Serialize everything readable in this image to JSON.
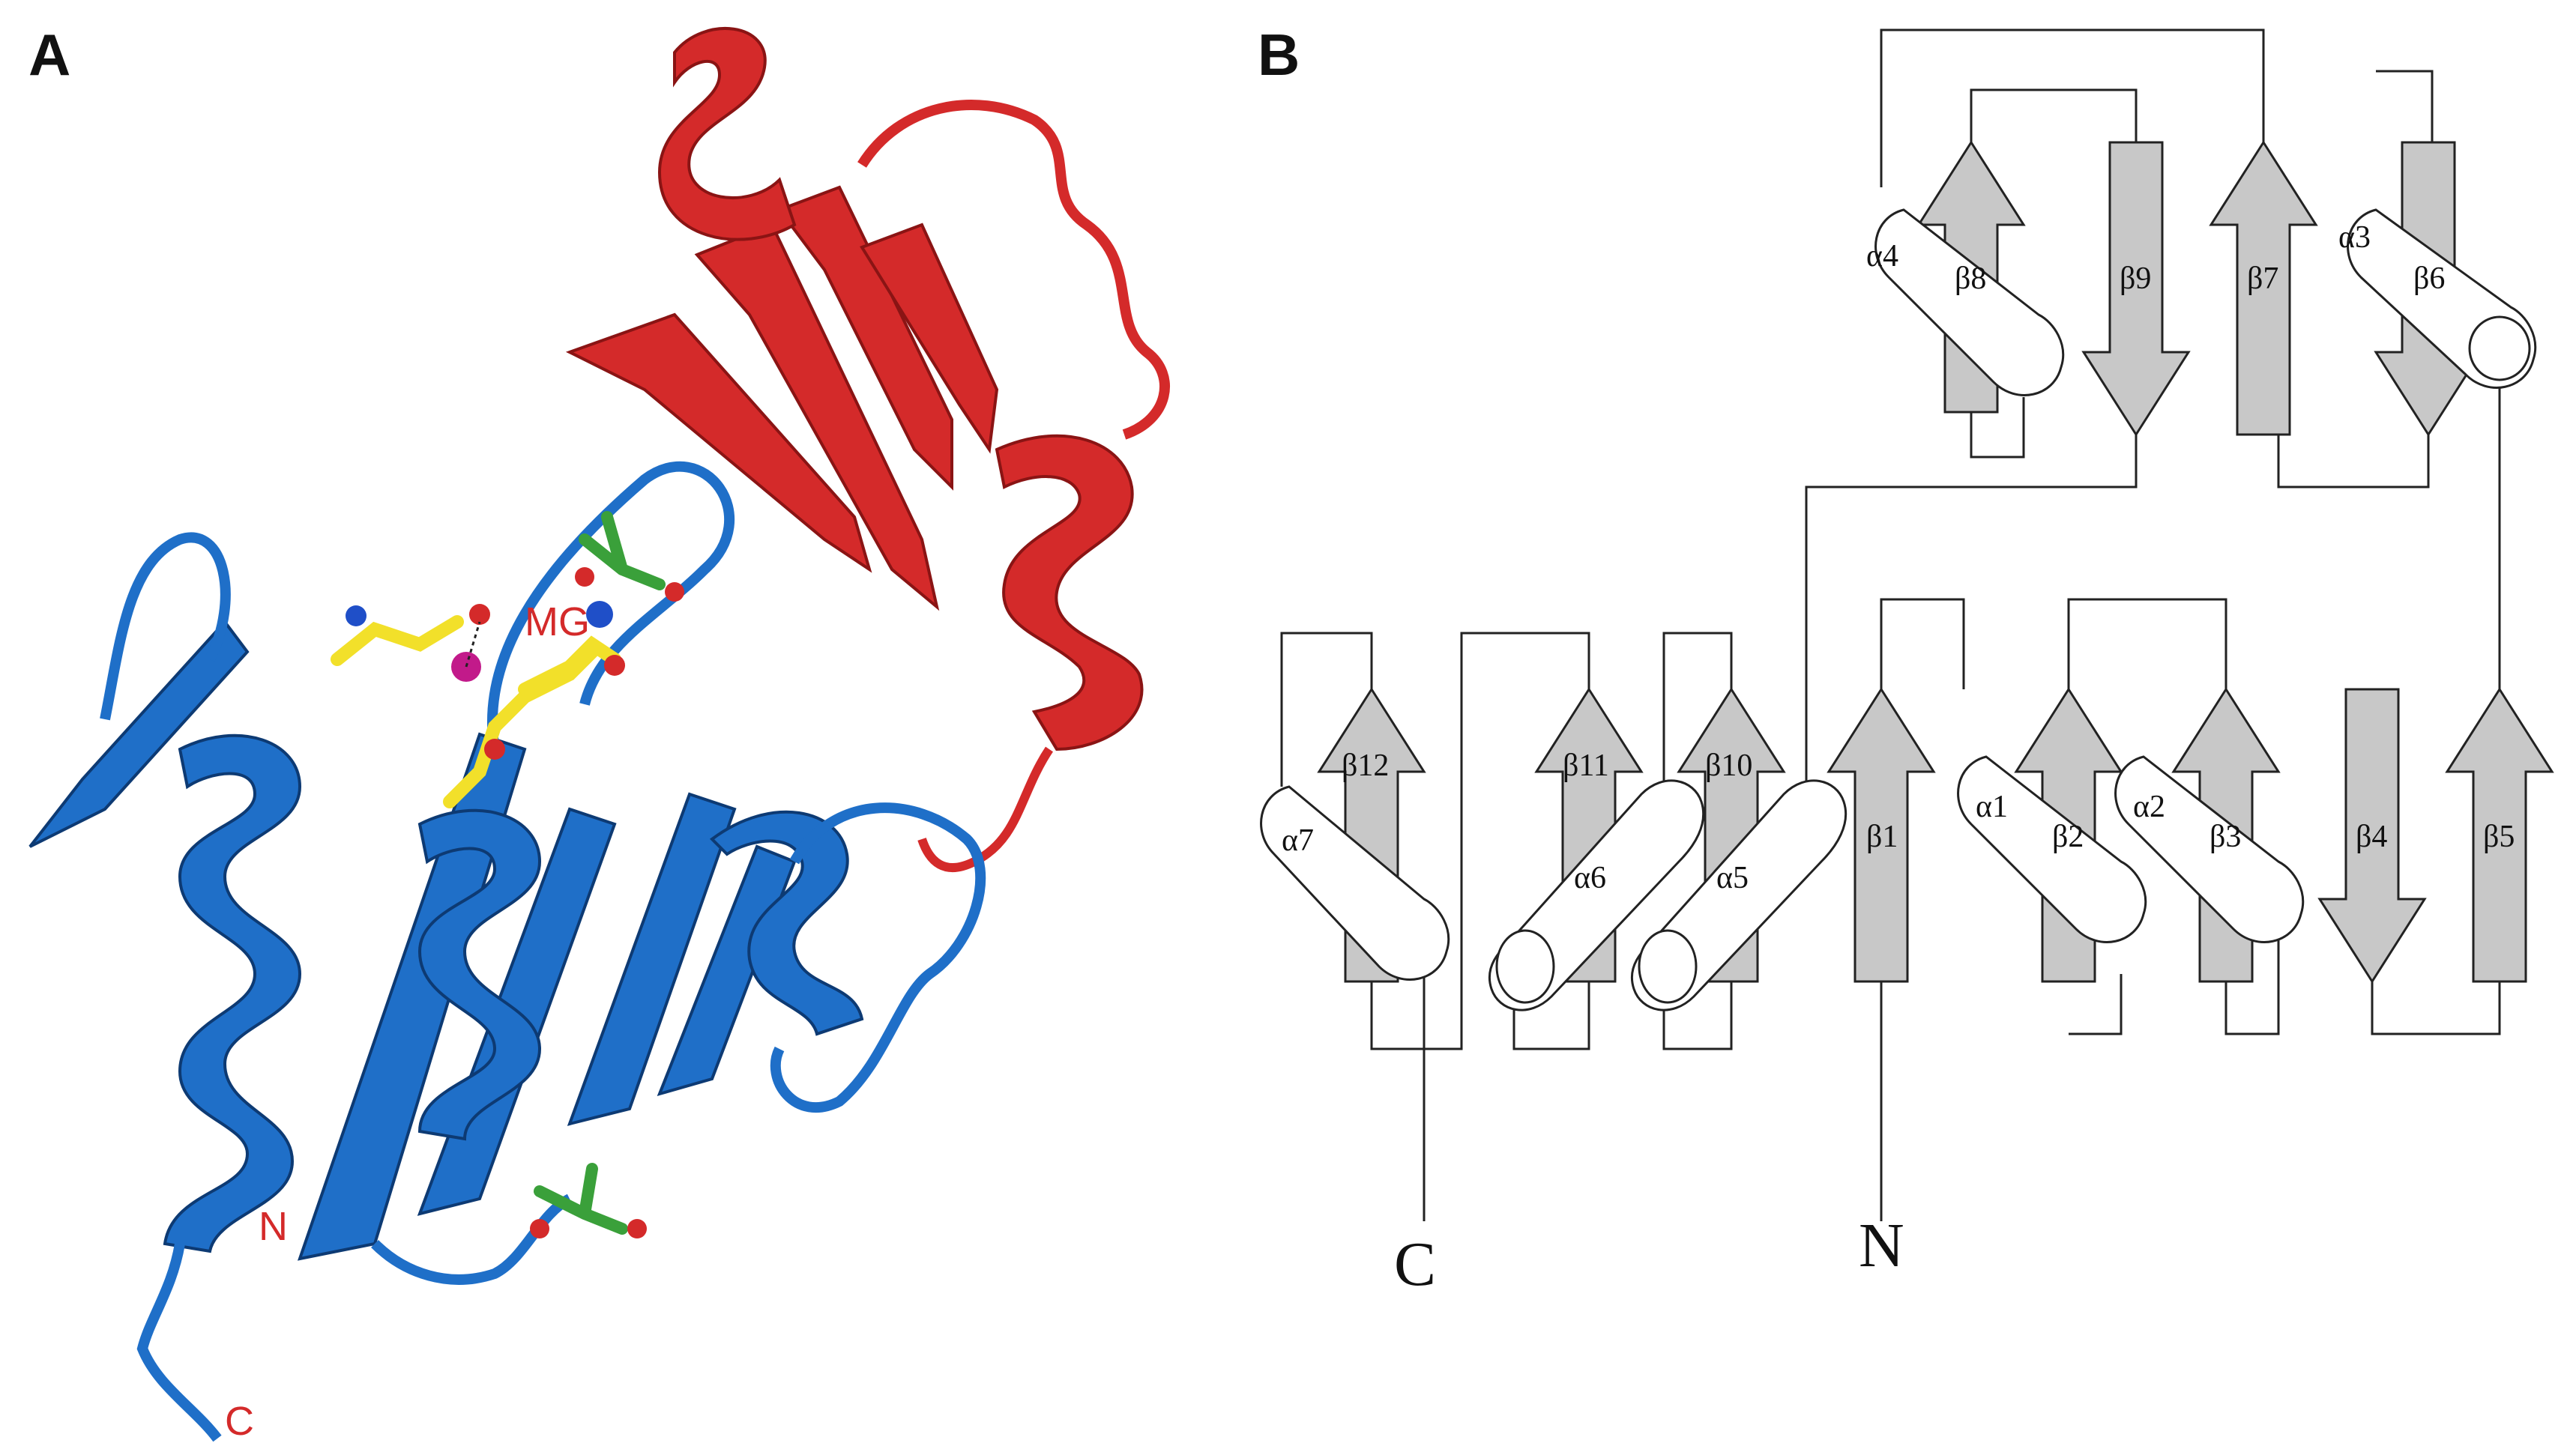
{
  "panels": {
    "a_label": "A",
    "b_label": "B"
  },
  "ribbon_labels": {
    "mg": "MG",
    "n_term": "N",
    "c_term": "C"
  },
  "colors": {
    "domain_core": "#1f6fc8",
    "domain_lid": "#d42a2a",
    "ligand": "#f2e02a",
    "atom_oxygen": "#d42a2a",
    "atom_nitrogen": "#1f4fc8",
    "metal": "#c21a8a",
    "small_molecule": "#3aa03a",
    "strand_fill": "#c8c8c8"
  },
  "topology": {
    "strands": [
      {
        "id": "beta1",
        "label": "β1",
        "direction": "up"
      },
      {
        "id": "beta2",
        "label": "β2",
        "direction": "up"
      },
      {
        "id": "beta3",
        "label": "β3",
        "direction": "up"
      },
      {
        "id": "beta4",
        "label": "β4",
        "direction": "down"
      },
      {
        "id": "beta5",
        "label": "β5",
        "direction": "up"
      },
      {
        "id": "beta6",
        "label": "β6",
        "direction": "down"
      },
      {
        "id": "beta7",
        "label": "β7",
        "direction": "up"
      },
      {
        "id": "beta8",
        "label": "β8",
        "direction": "up"
      },
      {
        "id": "beta9",
        "label": "β9",
        "direction": "down"
      },
      {
        "id": "beta10",
        "label": "β10",
        "direction": "up"
      },
      {
        "id": "beta11",
        "label": "β11",
        "direction": "up"
      },
      {
        "id": "beta12",
        "label": "β12",
        "direction": "up"
      }
    ],
    "helices": [
      {
        "id": "alpha1",
        "label": "α1"
      },
      {
        "id": "alpha2",
        "label": "α2"
      },
      {
        "id": "alpha3",
        "label": "α3"
      },
      {
        "id": "alpha4",
        "label": "α4"
      },
      {
        "id": "alpha5",
        "label": "α5"
      },
      {
        "id": "alpha6",
        "label": "α6"
      },
      {
        "id": "alpha7",
        "label": "α7"
      }
    ],
    "n_term": "N",
    "c_term": "C"
  }
}
